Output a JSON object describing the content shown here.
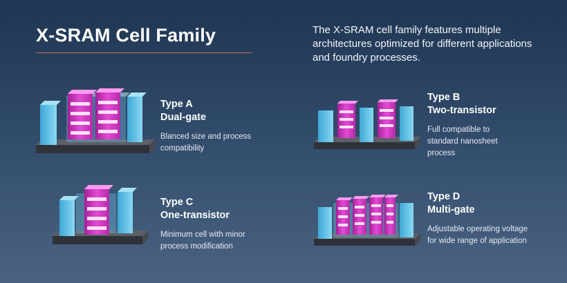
{
  "header": {
    "title": "X-SRAM Cell Family",
    "intro": "The X-SRAM cell family features multiple architectures optimized for different applications and foundry processes."
  },
  "types": [
    {
      "type": "Type A",
      "subtitle": "Dual-gate",
      "description": "Blanced size and process compatibility"
    },
    {
      "type": "Type B",
      "subtitle": "Two-transistor",
      "description": "Full compatible to standard nanosheet process"
    },
    {
      "type": "Type C",
      "subtitle": "One-transistor",
      "description": "Minimum cell with minor process modification"
    },
    {
      "type": "Type D",
      "subtitle": "Multi-gate",
      "description": "Adjustable operating voltage for wide range of application"
    }
  ],
  "colors": {
    "background_top": "#1f3552",
    "background_bottom": "#4a6382",
    "rule_accent": "#b9735a",
    "pillar_cyan": "#5fc3e8",
    "gate_magenta": "#e24bd4",
    "sheet_glow": "#ffd4f4",
    "substrate": "#3a3d44"
  }
}
